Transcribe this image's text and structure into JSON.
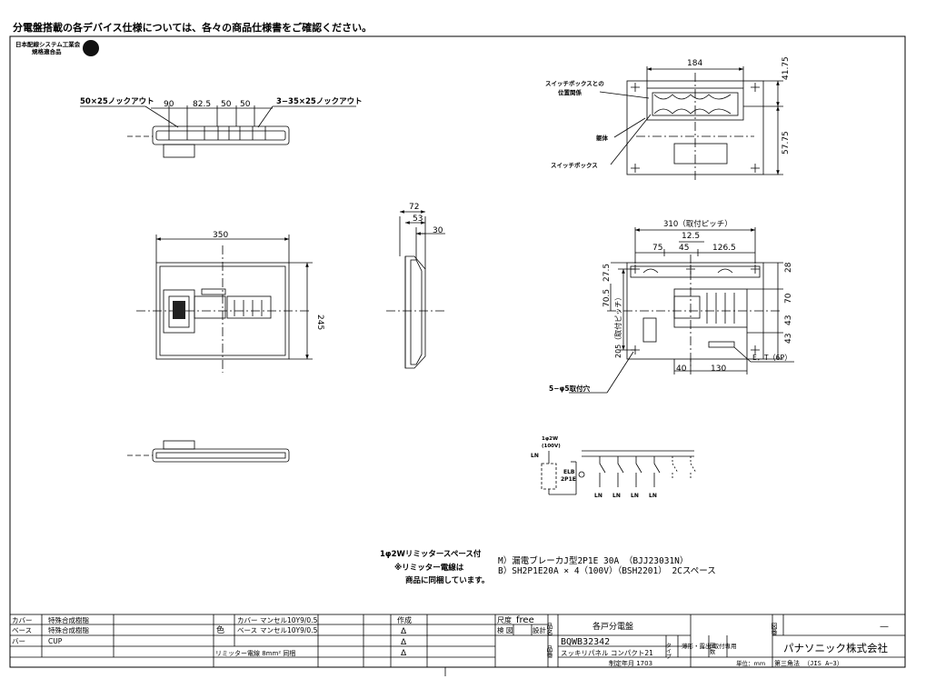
{
  "header_note": "分電盤搭載の各デバイス仕様については、各々の商品仕様書をご確認ください。",
  "association": [
    "日本配線システム工業会",
    "規格適合品"
  ],
  "top_view": {
    "knockout_left": "50×25ノックアウト",
    "knockout_right": "3−35×25ノックアウト",
    "dims": [
      "90",
      "82.5",
      "50",
      "50"
    ]
  },
  "front_view": {
    "width": "350",
    "height": "245"
  },
  "side_view": {
    "dims": [
      "72",
      "53",
      "30"
    ]
  },
  "switch_box_view": {
    "label_position": [
      "スイッチボックスとの",
      "位置関係"
    ],
    "label_body": "躯体",
    "label_box": "スイッチボックス",
    "dims": [
      "184",
      "41.75",
      "57.75"
    ]
  },
  "mount_view": {
    "pitch_width": "310（取付ピッチ）",
    "pitch_height": "205（取付ピッチ）",
    "dims_top": [
      "12.5",
      "75",
      "45",
      "126.5"
    ],
    "dims_right": [
      "28",
      "70",
      "43",
      "43"
    ],
    "dims_left": [
      "27.5",
      "70.5"
    ],
    "dims_bottom": [
      "40",
      "130"
    ],
    "et_label": "E．T（6P）",
    "holes_label": "5−φ5取付穴"
  },
  "circuit": {
    "supply": [
      "1φ2W",
      "(100V)"
    ],
    "ln": "LN",
    "breaker": [
      "ELB",
      "2P1E"
    ],
    "branch_labels": [
      "LN",
      "LN",
      "LN",
      "LN"
    ]
  },
  "notes": {
    "limiter": [
      "1φ2Wリミッタースペース付",
      "※リミッター電線は",
      "商品に同梱しています。"
    ],
    "spec_m": "M）漏電ブレーカJ型2P1E 30A （BJJ23031N）",
    "spec_b": "B）SH2P1E20A × 4（100V）（BSH2201） 2Cスペース"
  },
  "title_block": {
    "rows": [
      {
        "part": "カバー",
        "finish": "特殊合成樹脂"
      },
      {
        "part": "ベース",
        "finish": "特殊合成樹脂"
      },
      {
        "part": "バー",
        "finish": "CUP"
      }
    ],
    "color_label": "色",
    "colors": [
      {
        "part": "カバー",
        "value": "マンセル10Y9/0.5"
      },
      {
        "part": "ベース",
        "value": "マンセル10Y9/0.5"
      }
    ],
    "limiter_wire": "リミッター電線 8mm² 同梱",
    "created": "作成",
    "marks": [
      "Δ",
      "Δ",
      "Δ"
    ],
    "scale_label": "尺度",
    "scale": "free",
    "check": "検 図",
    "design": "設計",
    "name_label": "品名",
    "product_name": "各戸分電盤",
    "number_label": "品番",
    "product_number": "BQWB32342",
    "product_series": "スッキリパネル コンパクト21",
    "type_label": "タイプ",
    "type_value": "薄形・露出 取付専用",
    "surface_label": "面数",
    "drawing_label": "図番",
    "drawing_value": "—",
    "company": "パナソニック株式会社",
    "established": "制定年月 1703",
    "unit": "単位：mm",
    "projection": "第三角法 （JIS A−3）"
  }
}
